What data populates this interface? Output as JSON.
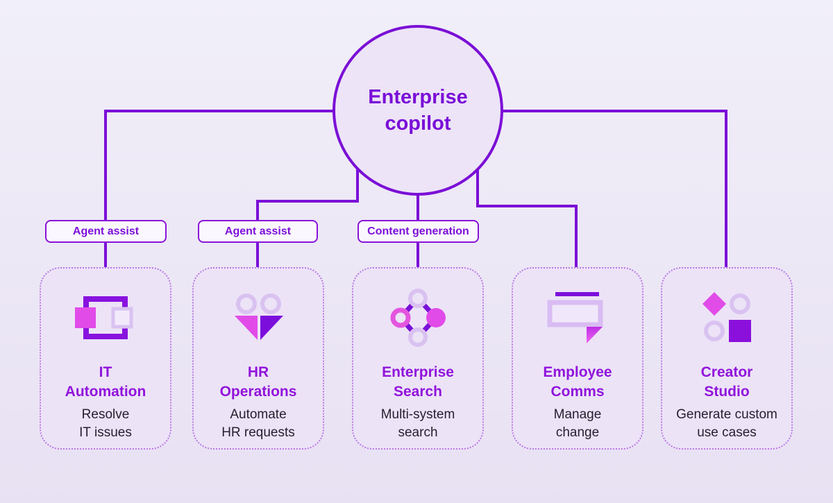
{
  "palette": {
    "line_purple": "#7B0FD6",
    "hub_fill": "#EDE4F7",
    "hub_text": "#7A0ED8",
    "badge_border": "#8A12D8",
    "card_fill": "#ECE3F7",
    "card_dotted_border": "#B878E2",
    "card_title_purple": "#9113DB",
    "desc_text_dark": "#262030",
    "icon_magenta": "#E14BE8",
    "icon_lilac": "#D9C2F0",
    "icon_dark_purple": "#7C0EDC",
    "icon_pink_ring": "#E356DE"
  },
  "hub": {
    "label_line1": "Enterprise",
    "label_line2": "copilot"
  },
  "badges": [
    {
      "label": "Agent assist"
    },
    {
      "label": "Agent assist"
    },
    {
      "label": "Content generation"
    }
  ],
  "cards": [
    {
      "icon": "it-automation-icon",
      "title_line1": "IT",
      "title_line2": "Automation",
      "desc_line1": "Resolve",
      "desc_line2": "IT issues"
    },
    {
      "icon": "hr-operations-icon",
      "title_line1": "HR",
      "title_line2": "Operations",
      "desc_line1": "Automate",
      "desc_line2": "HR requests"
    },
    {
      "icon": "enterprise-search-icon",
      "title_line1": "Enterprise",
      "title_line2": "Search",
      "desc_line1": "Multi-system",
      "desc_line2": "search"
    },
    {
      "icon": "employee-comms-icon",
      "title_line1": "Employee",
      "title_line2": "Comms",
      "desc_line1": "Manage",
      "desc_line2": "change"
    },
    {
      "icon": "creator-studio-icon",
      "title_line1": "Creator",
      "title_line2": "Studio",
      "desc_line1": "Generate custom",
      "desc_line2": "use cases"
    }
  ]
}
